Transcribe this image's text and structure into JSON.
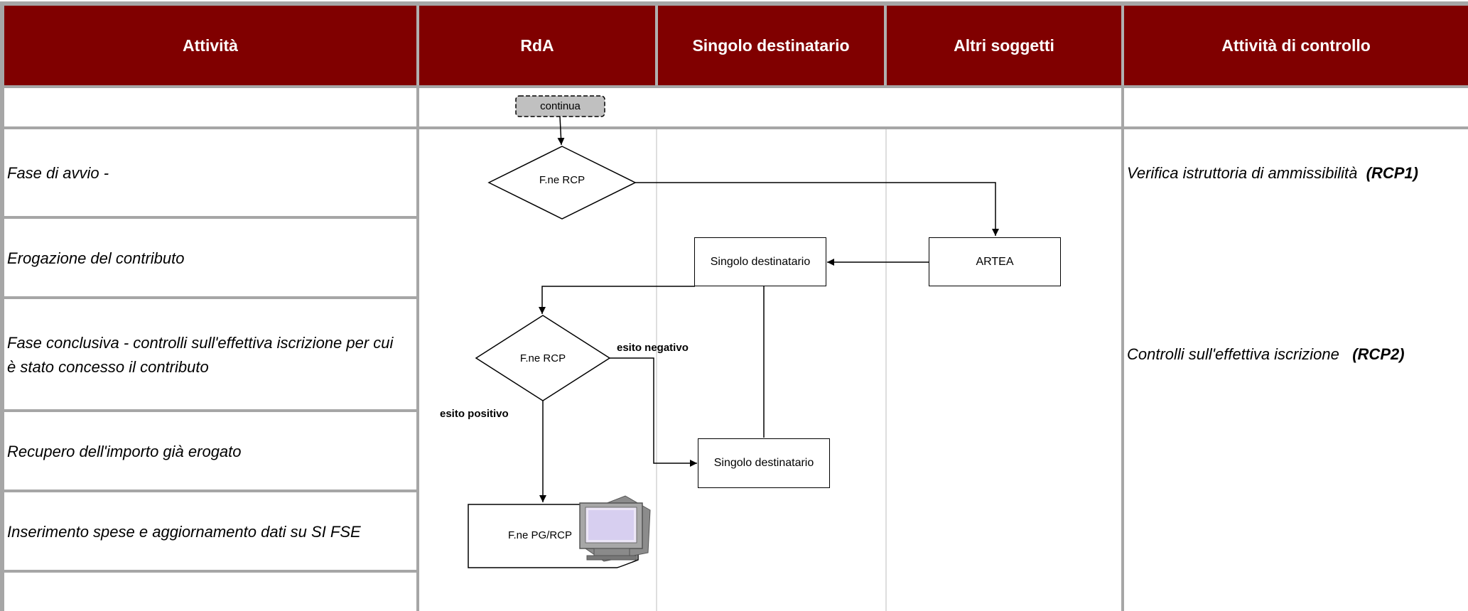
{
  "columns": {
    "activity": "Attività",
    "rda": "RdA",
    "recipient": "Singolo destinatario",
    "others": "Altri soggetti",
    "controls": "Attività di controllo"
  },
  "activities": [
    "Fase di avvio -",
    "Erogazione del contributo",
    "Fase conclusiva - controlli sull'effettiva iscrizione per cui è stato concesso il contributo",
    "Recupero dell'importo già erogato",
    "Inserimento spese e aggiornamento dati su SI FSE"
  ],
  "controls": [
    {
      "text": "Verifica istruttoria di ammissibilità",
      "code": "(RCP1)"
    },
    {
      "text": "Controlli sull'effettiva iscrizione",
      "code": "(RCP2)"
    }
  ],
  "nodes": {
    "continua": "continua",
    "decision1": "F.ne RCP",
    "recipient1": "Singolo destinatario",
    "artea": "ARTEA",
    "decision2": "F.ne RCP",
    "recipient2": "Singolo destinatario",
    "process": "F.ne PG/RCP"
  },
  "edge_labels": {
    "negative": "esito  negativo",
    "positive": "esito  positivo"
  },
  "colors": {
    "header_bg": "#800000",
    "header_text": "#ffffff",
    "grid": "#a6a6a6",
    "connector_fill": "#c0c0c0"
  }
}
